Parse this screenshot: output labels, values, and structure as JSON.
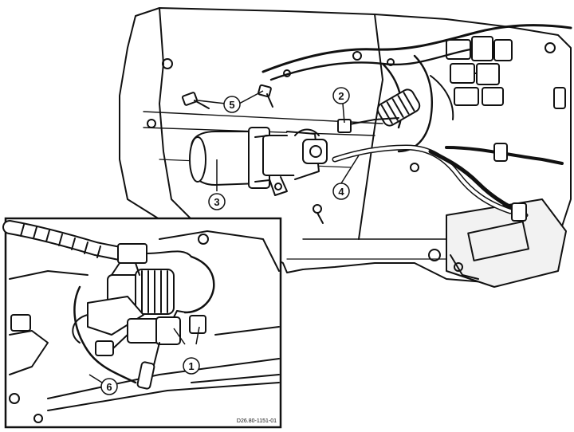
{
  "figure": {
    "callouts": [
      "1",
      "2",
      "3",
      "4",
      "5",
      "6"
    ],
    "reference_code": "D26.80-1151-01"
  },
  "colors": {
    "ink": "#111111",
    "paper": "#ffffff",
    "shade": "#d6d6d6"
  }
}
